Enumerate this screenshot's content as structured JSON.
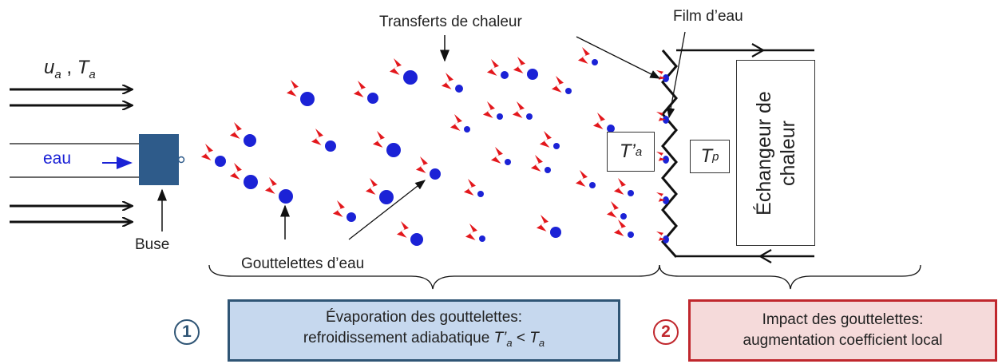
{
  "inlet": {
    "u_symbol": "u",
    "u_subscript": "a",
    "separator": ",",
    "T_symbol": "T",
    "T_subscript": "a",
    "water_label": "eau",
    "nozzle_label": "Buse"
  },
  "labels": {
    "heat_transfer": "Transferts de chaleur",
    "water_film": "Film d’eau",
    "droplets": "Gouttelettes d’eau"
  },
  "temperatures": {
    "air_cooled_symbol": "T’",
    "air_cooled_subscript": "a",
    "wall_symbol": "T",
    "wall_subscript": "p"
  },
  "exchanger": {
    "line1": "Échangeur de",
    "line2": "chaleur"
  },
  "steps": [
    {
      "number": "1",
      "line1": "Évaporation des gouttelettes:",
      "line2_prefix": "refroidissement adiabatique ",
      "line2_sym1": "T’",
      "line2_sub1": "a",
      "line2_op": " < ",
      "line2_sym2": "T",
      "line2_sub2": "a"
    },
    {
      "number": "2",
      "line1": "Impact des gouttelettes:",
      "line2": "augmentation coefficient local"
    }
  ],
  "colors": {
    "droplet": "#1b22d6",
    "heat_bolt": "#e3171c",
    "step1_fill": "#c6d8ee",
    "step1_border": "#2f5575",
    "step2_fill": "#f5dada",
    "step2_border": "#c0272d",
    "nozzle": "#2e5b8a"
  }
}
